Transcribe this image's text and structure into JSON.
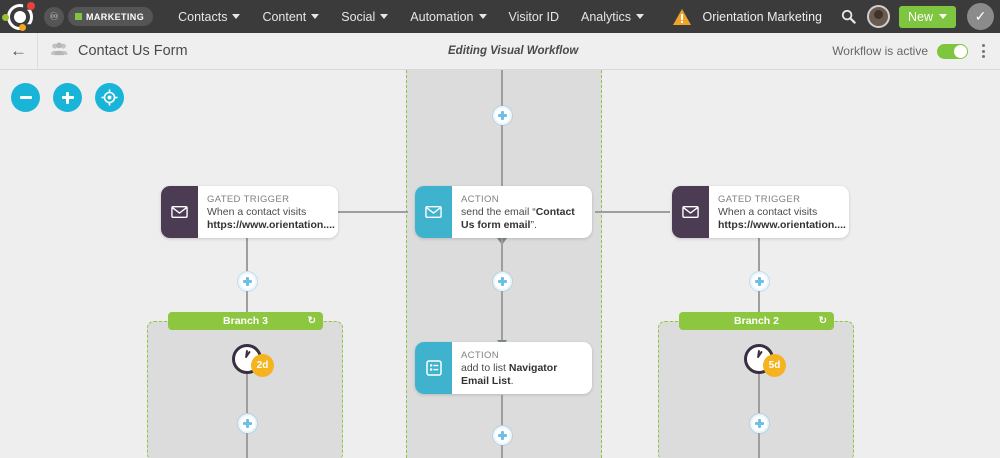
{
  "topnav": {
    "logo_icon": "sharpspring-logo-icon",
    "app_switcher_icon": "app-switcher-icon",
    "marketing_badge": "MARKETING",
    "items": [
      {
        "label": "Contacts",
        "has_caret": true,
        "name": "nav-item-contacts"
      },
      {
        "label": "Content",
        "has_caret": true,
        "name": "nav-item-content"
      },
      {
        "label": "Social",
        "has_caret": true,
        "name": "nav-item-social"
      },
      {
        "label": "Automation",
        "has_caret": true,
        "name": "nav-item-automation"
      },
      {
        "label": "Visitor ID",
        "has_caret": false,
        "name": "nav-item-visitor-id"
      },
      {
        "label": "Analytics",
        "has_caret": true,
        "name": "nav-item-analytics"
      }
    ],
    "warning_icon": "warning-triangle-icon",
    "account_name": "Orientation Marketing",
    "search_icon": "search-icon",
    "avatar": "user-avatar",
    "new_button": "New",
    "check_button_icon": "check-circle-icon",
    "colors": {
      "bar_bg": "#3b3b3b",
      "accent_green": "#7ec540",
      "warning": "#f0a32a"
    }
  },
  "subheader": {
    "back_icon": "back-arrow-icon",
    "list_icon": "contacts-group-icon",
    "title": "Contact Us Form",
    "editing_label": "Editing Visual Workflow",
    "active_label": "Workflow is active",
    "toggle_state": "on",
    "menu_icon": "kebab-menu-icon"
  },
  "zoom_toolbar": {
    "zoom_out": "zoom-out-button",
    "zoom_in": "zoom-in-button",
    "recenter": "recenter-target-button"
  },
  "canvas": {
    "nodes": [
      {
        "id": "trigger-left",
        "kind": "GATED TRIGGER",
        "desc_plain": "When a contact visits ",
        "desc_bold": "https://www.orientation....",
        "icon": "envelope-icon",
        "icon_color": "#4b3b53"
      },
      {
        "id": "action-send-email",
        "kind": "ACTION",
        "desc_plain": "send the email “",
        "desc_bold": "Contact Us form email",
        "desc_tail": "”.",
        "icon": "envelope-icon",
        "icon_color": "#3fb3ce"
      },
      {
        "id": "trigger-right",
        "kind": "GATED TRIGGER",
        "desc_plain": "When a contact visits ",
        "desc_bold": "https://www.orientation....",
        "icon": "envelope-icon",
        "icon_color": "#4b3b53"
      },
      {
        "id": "action-add-to-list",
        "kind": "ACTION",
        "desc_plain": "add to list ",
        "desc_bold": "Navigator Email List",
        "desc_tail": ".",
        "icon": "list-icon",
        "icon_color": "#3fb3ce"
      }
    ],
    "branches": [
      {
        "id": "branch-left",
        "label": "Branch 3",
        "refresh_icon": "refresh-icon",
        "delay": "2d"
      },
      {
        "id": "branch-right",
        "label": "Branch 2",
        "refresh_icon": "refresh-icon",
        "delay": "5d"
      }
    ],
    "add_buttons": [
      {
        "name": "add-node-top-center"
      },
      {
        "name": "add-node-left-mid"
      },
      {
        "name": "add-node-center-mid"
      },
      {
        "name": "add-node-right-mid"
      },
      {
        "name": "add-node-left-bottom"
      },
      {
        "name": "add-node-center-bottom"
      },
      {
        "name": "add-node-right-bottom"
      }
    ],
    "colors": {
      "lane_bg": "#dcdcdc",
      "lane_border": "#8dc63f",
      "canvas_bg": "#eeeeee",
      "connector": "#9e9e9e",
      "plus_accent": "#6cc0e8",
      "delay_badge": "#f5b31f"
    }
  }
}
